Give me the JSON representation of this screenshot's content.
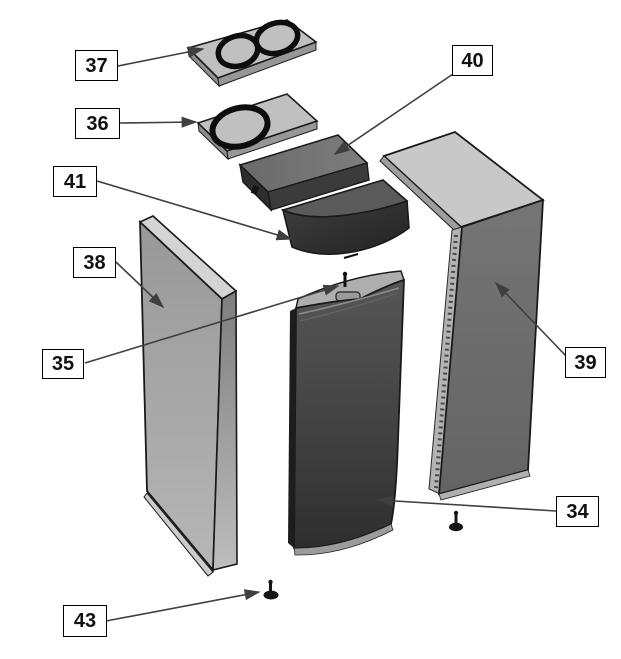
{
  "diagram": {
    "type": "exploded-parts-diagram",
    "callouts": [
      {
        "number": "37",
        "part": "top-plate-with-two-rings"
      },
      {
        "number": "36",
        "part": "plate-with-one-ring"
      },
      {
        "number": "41",
        "part": "lower-dark-box"
      },
      {
        "number": "38",
        "part": "left-side-panel"
      },
      {
        "number": "35",
        "part": "top-pin"
      },
      {
        "number": "40",
        "part": "upper-dark-box"
      },
      {
        "number": "39",
        "part": "right-side-panel"
      },
      {
        "number": "34",
        "part": "curved-front-panel"
      },
      {
        "number": "43",
        "part": "foot-screw"
      }
    ],
    "colors": {
      "background": "#ffffff",
      "outline": "#1a1a1a",
      "leader_line": "#3f3f3f",
      "light_panel": "#c8c8c8",
      "medium_panel": "#a2a2a2",
      "dark_panel": "#4a4a4a",
      "darkest": "#262626",
      "ring": "#0d0d0d"
    }
  }
}
